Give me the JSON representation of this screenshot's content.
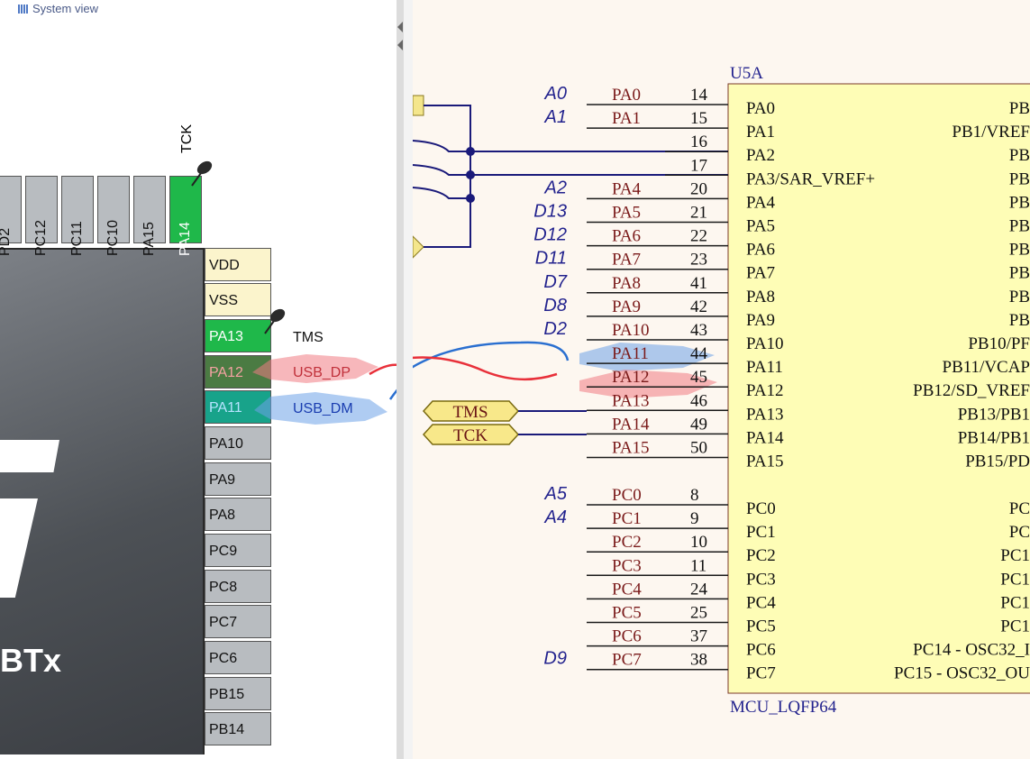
{
  "system_view": {
    "title": "System view",
    "chip_brand": "BTx",
    "top_pins": [
      "PD2",
      "PC12",
      "PC11",
      "PC10",
      "PA15",
      "PA14"
    ],
    "tck_label": "TCK",
    "side_pins": [
      "VDD",
      "VSS",
      "PA13",
      "PA12",
      "PA11",
      "PA10",
      "PA9",
      "PA8",
      "PC9",
      "PC8",
      "PC7",
      "PC6",
      "PB15",
      "PB14"
    ],
    "tms_label": "TMS",
    "usb_dp_label": "USB_DP",
    "usb_dm_label": "USB_DM"
  },
  "schematic": {
    "ref": "U5A",
    "part": "MCU_LQFP64",
    "ports": [
      "TMS",
      "TCK"
    ],
    "pins_a": [
      {
        "label": "A0",
        "net": "PA0",
        "num": "14",
        "inner": "PA0",
        "right": "PB"
      },
      {
        "label": "A1",
        "net": "PA1",
        "num": "15",
        "inner": "PA1",
        "right": "PB1/VREF"
      },
      {
        "label": "",
        "net": "",
        "num": "16",
        "inner": "PA2",
        "right": "PB"
      },
      {
        "label": "",
        "net": "",
        "num": "17",
        "inner": "PA3/SAR_VREF+",
        "right": "PB"
      },
      {
        "label": "A2",
        "net": "PA4",
        "num": "20",
        "inner": "PA4",
        "right": "PB"
      },
      {
        "label": "D13",
        "net": "PA5",
        "num": "21",
        "inner": "PA5",
        "right": "PB"
      },
      {
        "label": "D12",
        "net": "PA6",
        "num": "22",
        "inner": "PA6",
        "right": "PB"
      },
      {
        "label": "D11",
        "net": "PA7",
        "num": "23",
        "inner": "PA7",
        "right": "PB"
      },
      {
        "label": "D7",
        "net": "PA8",
        "num": "41",
        "inner": "PA8",
        "right": "PB"
      },
      {
        "label": "D8",
        "net": "PA9",
        "num": "42",
        "inner": "PA9",
        "right": "PB"
      },
      {
        "label": "D2",
        "net": "PA10",
        "num": "43",
        "inner": "PA10",
        "right": "PB10/PF"
      },
      {
        "label": "",
        "net": "PA11",
        "num": "44",
        "inner": "PA11",
        "right": "PB11/VCAP"
      },
      {
        "label": "",
        "net": "PA12",
        "num": "45",
        "inner": "PA12",
        "right": "PB12/SD_VREF"
      },
      {
        "label": "",
        "net": "PA13",
        "num": "46",
        "inner": "PA13",
        "right": "PB13/PB1"
      },
      {
        "label": "",
        "net": "PA14",
        "num": "49",
        "inner": "PA14",
        "right": "PB14/PB1"
      },
      {
        "label": "",
        "net": "PA15",
        "num": "50",
        "inner": "PA15",
        "right": "PB15/PD"
      }
    ],
    "pins_c": [
      {
        "label": "A5",
        "net": "PC0",
        "num": "8",
        "inner": "PC0",
        "right": "PC"
      },
      {
        "label": "A4",
        "net": "PC1",
        "num": "9",
        "inner": "PC1",
        "right": "PC"
      },
      {
        "label": "",
        "net": "PC2",
        "num": "10",
        "inner": "PC2",
        "right": "PC1"
      },
      {
        "label": "",
        "net": "PC3",
        "num": "11",
        "inner": "PC3",
        "right": "PC1"
      },
      {
        "label": "",
        "net": "PC4",
        "num": "24",
        "inner": "PC4",
        "right": "PC1"
      },
      {
        "label": "",
        "net": "PC5",
        "num": "25",
        "inner": "PC5",
        "right": "PC1"
      },
      {
        "label": "",
        "net": "PC6",
        "num": "37",
        "inner": "PC6",
        "right": "PC14 - OSC32_I"
      },
      {
        "label": "D9",
        "net": "PC7",
        "num": "38",
        "inner": "PC7",
        "right": "PC15 - OSC32_OU"
      }
    ]
  },
  "colors": {
    "pin_green": "#1fb84a",
    "pin_gray": "#b8bcc0",
    "pin_yellow": "#fbf4cc",
    "mcu_fill": "#fefdb6",
    "net_red": "#7a1a1a",
    "label_blue": "#23238e",
    "highlight_red": "#f07b84",
    "highlight_blue": "#6ea2e8"
  },
  "icons": [
    "system-view-icon",
    "pushpin-icon",
    "collapse-arrow-icon"
  ]
}
